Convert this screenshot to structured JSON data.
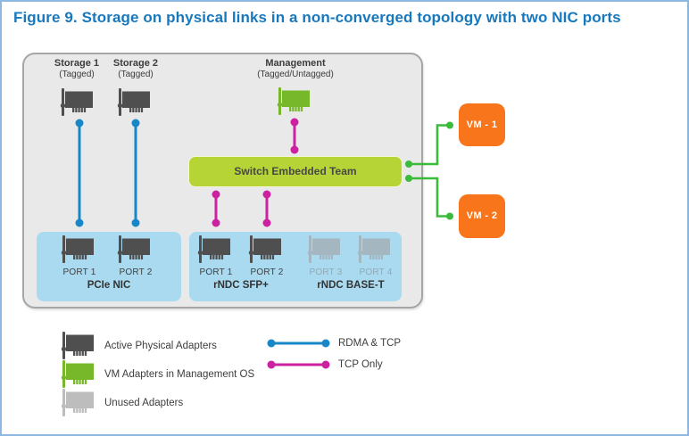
{
  "title": "Figure 9. Storage on physical links in a non-converged topology with two NIC ports",
  "topology": {
    "endpoints": [
      {
        "name": "Storage 1",
        "tag": "(Tagged)"
      },
      {
        "name": "Storage 2",
        "tag": "(Tagged)"
      },
      {
        "name": "Management",
        "tag": "(Tagged/Untagged)"
      }
    ],
    "switch_label": "Switch Embedded Team",
    "vms": [
      {
        "label": "VM - 1"
      },
      {
        "label": "VM - 2"
      }
    ],
    "nics": {
      "pcie": {
        "label": "PCIe NIC",
        "ports": [
          {
            "label": "PORT 1",
            "state": "active"
          },
          {
            "label": "PORT 2",
            "state": "active"
          }
        ]
      },
      "rndc_sfp": {
        "label": "rNDC SFP+",
        "ports": [
          {
            "label": "PORT 1",
            "state": "active"
          },
          {
            "label": "PORT 2",
            "state": "active"
          }
        ]
      },
      "rndc_baset": {
        "label": "rNDC BASE-T",
        "ports": [
          {
            "label": "PORT 3",
            "state": "unused"
          },
          {
            "label": "PORT 4",
            "state": "unused"
          }
        ]
      }
    }
  },
  "legend": {
    "adapters": [
      {
        "label": "Active Physical Adapters",
        "type": "active"
      },
      {
        "label": "VM Adapters in Management OS",
        "type": "vm"
      },
      {
        "label": "Unused Adapters",
        "type": "unused"
      }
    ],
    "links": [
      {
        "label": "RDMA & TCP",
        "color": "#1787c8"
      },
      {
        "label": "TCP Only",
        "color": "#cc21a0"
      }
    ]
  },
  "colors": {
    "title": "#1878bd",
    "frame_border": "#8db8e2",
    "host_bg": "#e9e9e9",
    "active_adapter": "#4f4f4f",
    "vm_adapter": "#76b82a",
    "unused_adapter": "#bdbdbd",
    "nic_box": "#a9daf0",
    "switch_box": "#b7d436",
    "vm_box": "#f8751c",
    "rdma_line": "#1787c8",
    "tcp_line": "#cc21a0",
    "vm_link_line": "#3bbb3b"
  }
}
